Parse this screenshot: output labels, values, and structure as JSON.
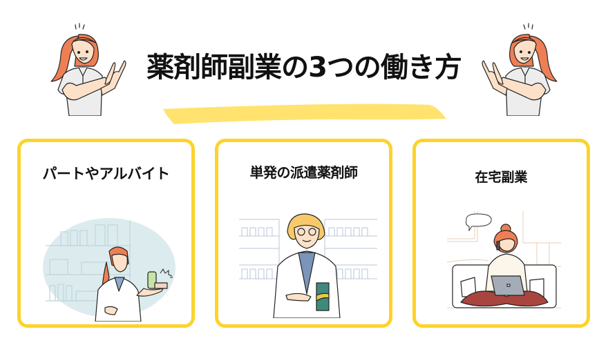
{
  "header": {
    "title": "薬剤師副業の3つの働き方",
    "underline_color": "#FFE36E"
  },
  "colors": {
    "card_border": "#FDD32A",
    "text": "#111111",
    "hair": "#EE7F55",
    "skin": "#FCE1C8",
    "shirt": "#EDEDED"
  },
  "mascots": [
    {
      "side": "left",
      "icon": "pointing-woman-illustration"
    },
    {
      "side": "right",
      "icon": "pointing-woman-illustration"
    }
  ],
  "cards": [
    {
      "label": "パートやアルバイト",
      "icon": "pharmacist-with-medicine-illustration"
    },
    {
      "label": "単発の派遣薬剤師",
      "icon": "pharmacist-presenting-box-illustration"
    },
    {
      "label": "在宅副業",
      "icon": "woman-working-from-home-illustration"
    }
  ]
}
